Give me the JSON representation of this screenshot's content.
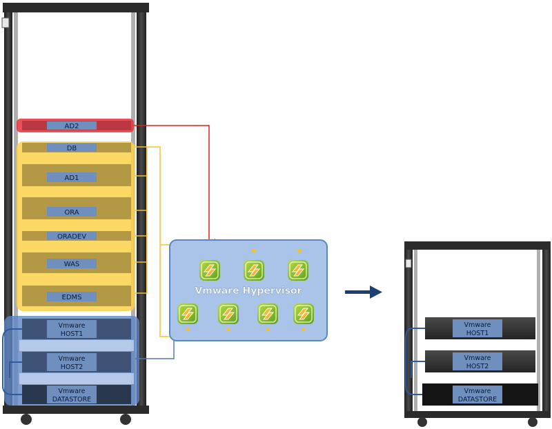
{
  "diagram": {
    "colors": {
      "rack_frame": "#2a2a2a",
      "rack_post": "#3c3c3c",
      "server_dark": "#333333",
      "label_box": "#6f8fbf",
      "red_group": "#e8313b",
      "yellow_group": "#fbd24a",
      "blue_group": "#5e86c6",
      "hypervisor_box": "#a9c4e8",
      "red_line": "#e02020",
      "yellow_line": "#f5c232",
      "blue_line": "#4f79b8",
      "arrow": "#1f3f73"
    },
    "left_rack": {
      "servers": [
        {
          "id": "ad2",
          "label": "AD2",
          "group": "red"
        },
        {
          "id": "db",
          "label": "DB",
          "group": "yellow"
        },
        {
          "id": "ad1",
          "label": "AD1",
          "group": "yellow"
        },
        {
          "id": "ora",
          "label": "ORA",
          "group": "yellow"
        },
        {
          "id": "oradev",
          "label": "ORADEV",
          "group": "yellow"
        },
        {
          "id": "was",
          "label": "WAS",
          "group": "yellow"
        },
        {
          "id": "edms",
          "label": "EDMS",
          "group": "yellow"
        },
        {
          "id": "host1",
          "label1": "Vmware",
          "label2": "HOST1",
          "group": "blue"
        },
        {
          "id": "host2",
          "label1": "Vmware",
          "label2": "HOST2",
          "group": "blue"
        },
        {
          "id": "datastore",
          "label1": "Vmware",
          "label2": "DATASTORE",
          "group": "blue"
        }
      ]
    },
    "hypervisor": {
      "label": "Vmware Hypervisor",
      "vm_icon": "vmware-vsphere-icon",
      "top_row_count": 3,
      "bottom_row_count": 4
    },
    "transition_arrow_icon": "right-arrow-icon",
    "right_rack": {
      "servers": [
        {
          "id": "host1",
          "label1": "Vmware",
          "label2": "HOST1"
        },
        {
          "id": "host2",
          "label1": "Vmware",
          "label2": "HOST2"
        },
        {
          "id": "datastore",
          "label1": "Vmware",
          "label2": "DATASTORE"
        }
      ]
    }
  }
}
